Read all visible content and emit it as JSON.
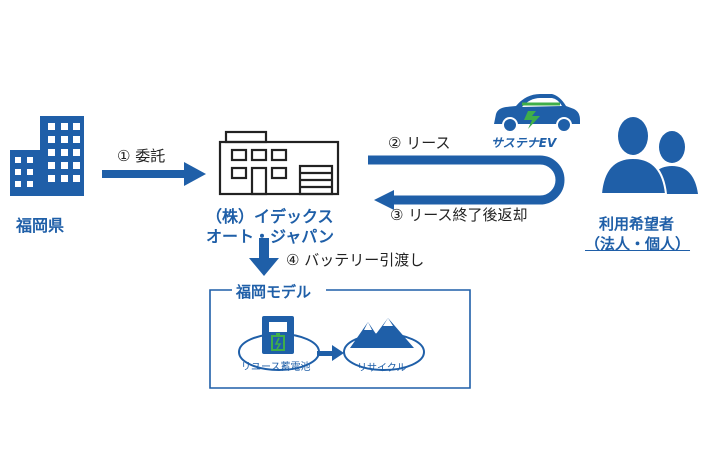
{
  "nodes": {
    "prefecture": "福岡県",
    "company_line1": "（株）イデックス",
    "company_line2": "オート・ジャパン",
    "users_line1": "利用希望者",
    "users_line2": "（法人・個人）"
  },
  "edges": {
    "consign": "① 委託",
    "lease": "② リース",
    "return": "③ リース終了後返却",
    "battery": "④ バッテリー引渡し"
  },
  "brand": {
    "ev_label": "サステナEV"
  },
  "model": {
    "title": "福岡モデル",
    "reuse": "リユース蓄電池",
    "recycle": "リサイクル"
  },
  "colors": {
    "primary": "#1f5fa8",
    "ev_green": "#3fae49"
  }
}
